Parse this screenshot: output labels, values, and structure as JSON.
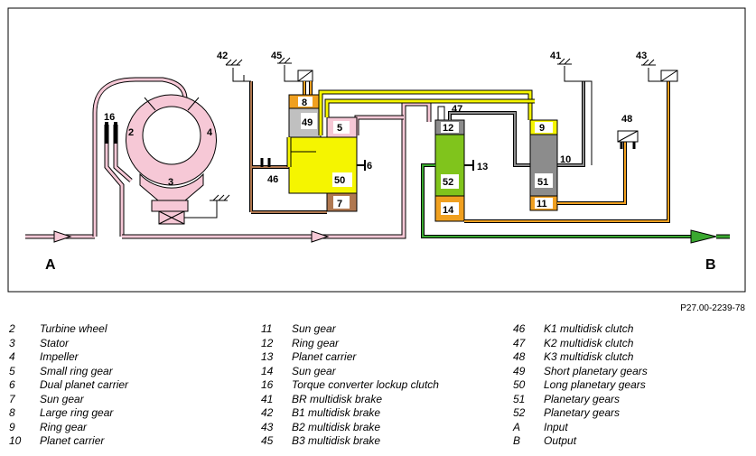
{
  "labels": {
    "c2": "2",
    "c3": "3",
    "c4": "4",
    "c5": "5",
    "c6": "6",
    "c7": "7",
    "c8": "8",
    "c9": "9",
    "c10": "10",
    "c11": "11",
    "c12": "12",
    "c13": "13",
    "c14": "14",
    "c16": "16",
    "c41": "41",
    "c42": "42",
    "c43": "43",
    "c45": "45",
    "c46": "46",
    "c47": "47",
    "c48": "48",
    "c49": "49",
    "c50": "50",
    "c51": "51",
    "c52": "52",
    "input": "A",
    "output": "B"
  },
  "reference": "P27.00-2239-78",
  "legend": [
    [
      {
        "num": "2",
        "text": "Turbine wheel"
      },
      {
        "num": "3",
        "text": "Stator"
      },
      {
        "num": "4",
        "text": "Impeller"
      },
      {
        "num": "5",
        "text": "Small ring gear"
      },
      {
        "num": "6",
        "text": "Dual planet carrier"
      },
      {
        "num": "7",
        "text": "Sun gear"
      },
      {
        "num": "8",
        "text": "Large ring gear"
      },
      {
        "num": "9",
        "text": "Ring gear"
      },
      {
        "num": "10",
        "text": "Planet carrier"
      }
    ],
    [
      {
        "num": "11",
        "text": "Sun gear"
      },
      {
        "num": "12",
        "text": "Ring gear"
      },
      {
        "num": "13",
        "text": "Planet carrier"
      },
      {
        "num": "14",
        "text": "Sun gear"
      },
      {
        "num": "16",
        "text": "Torque converter lockup clutch"
      },
      {
        "num": "41",
        "text": "BR multidisk brake"
      },
      {
        "num": "42",
        "text": "B1 multidisk brake"
      },
      {
        "num": "43",
        "text": "B2 multidisk brake"
      },
      {
        "num": "45",
        "text": "B3 multidisk brake"
      }
    ],
    [
      {
        "num": "46",
        "text": "K1 multidisk clutch"
      },
      {
        "num": "47",
        "text": "K2 multidisk clutch"
      },
      {
        "num": "48",
        "text": "K3 multidisk clutch"
      },
      {
        "num": "49",
        "text": "Short planetary gears"
      },
      {
        "num": "50",
        "text": "Long planetary gears"
      },
      {
        "num": "51",
        "text": "Planetary gears"
      },
      {
        "num": "52",
        "text": "Planetary gears"
      },
      {
        "num": "A",
        "text": "Input"
      },
      {
        "num": "B",
        "text": "Output"
      }
    ]
  ],
  "colors": {
    "pink": "#f6c8d6",
    "yellow": "#f5f500",
    "green": "#80c41c",
    "orange": "#f0a020",
    "gray": "#8c8c8c",
    "lightgray": "#c0c0c0",
    "brown": "#b07850",
    "green_line": "#3aa830"
  }
}
